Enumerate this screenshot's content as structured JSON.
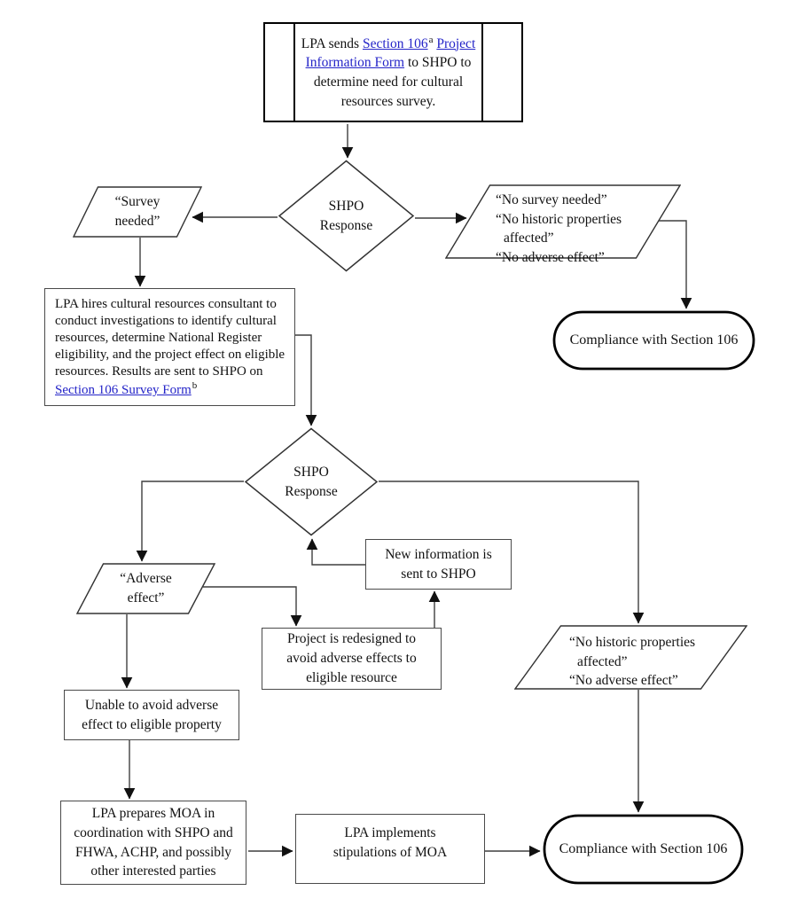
{
  "title": "Section 106 Cultural Resources Process Flowchart",
  "colors": {
    "link_blue": "#2424C8",
    "line_gray": "#3f3f3f",
    "box_border": "#4a4a4a",
    "terminator_black": "#000000",
    "background": "#ffffff"
  },
  "nodes": {
    "start": {
      "pre": "LPA sends ",
      "link1": "Section 106",
      "sup1": "a",
      "link2": "Project Information Form",
      "post": " to SHPO to determine need for cultural resources survey."
    },
    "decision1": "SHPO Response",
    "survey_needed": "“Survey needed”",
    "no_survey": {
      "line1": "“No survey needed”",
      "line2": "“No historic properties affected”",
      "line3": "“No adverse effect”"
    },
    "compliance1": "Compliance with Section 106",
    "consultant": {
      "pre": "LPA hires cultural resources consultant to conduct investigations to identify cultural resources, determine National Register eligibility, and the project effect on eligible resources.  Results are sent to SHPO on ",
      "link": "Section 106 Survey Form",
      "sup": "b"
    },
    "decision2": "SHPO Response",
    "new_info": "New information is sent to SHPO",
    "adverse": "“Adverse effect”",
    "redesign": "Project is redesigned to avoid adverse effects to eligible resource",
    "no_historic": {
      "line1": "“No historic properties affected”",
      "line2": "“No adverse effect”"
    },
    "unable": "Unable to avoid adverse effect to eligible property",
    "moa": "LPA prepares MOA in coordination with SHPO and FHWA, ACHP, and possibly other interested parties",
    "implement": "LPA implements stipulations of MOA",
    "compliance2": "Compliance with Section 106"
  }
}
